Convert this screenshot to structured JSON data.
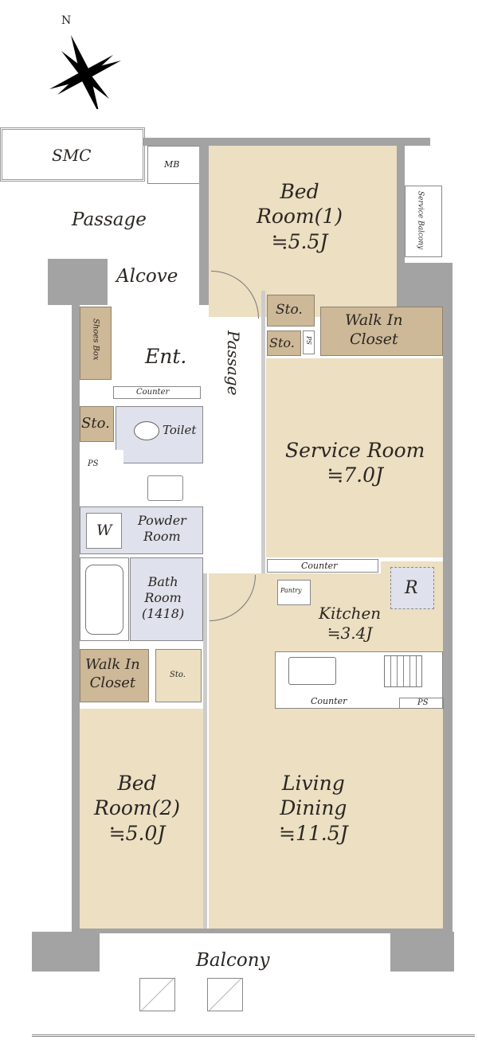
{
  "compass": {
    "north_label": "N"
  },
  "rooms": {
    "smc": "SMC",
    "mb": "MB",
    "passage_top": "Passage",
    "alcove": "Alcove",
    "service_balcony": "Service Balcony",
    "bedroom1": {
      "line1": "Bed",
      "line2": "Room(1)",
      "area": "≒5.5J"
    },
    "sto1": "Sto.",
    "sto2": "Sto.",
    "ps1": "PS",
    "wic1": {
      "line1": "Walk In",
      "line2": "Closet"
    },
    "shoes_box": "Shoes Box",
    "entrance": "Ent.",
    "counter_ent": "Counter",
    "passage_vertical": "Passage",
    "service_room": {
      "line1": "Service Room",
      "area": "≒7.0J"
    },
    "sto3": "Sto.",
    "toilet": "Toilet",
    "ps2": "PS",
    "washer": "W",
    "powder_room": {
      "line1": "Powder",
      "line2": "Room"
    },
    "bath_room": {
      "line1": "Bath",
      "line2": "Room",
      "line3": "(1418)"
    },
    "wic2": {
      "line1": "Walk In",
      "line2": "Closet"
    },
    "sto4": "Sto.",
    "counter_service": "Counter",
    "pantry": "Pantry",
    "fridge": "R",
    "kitchen": {
      "line1": "Kitchen",
      "area": "≒3.4J"
    },
    "counter_kitchen": "Counter",
    "ps3": "PS",
    "bedroom2": {
      "line1": "Bed",
      "line2": "Room(2)",
      "area": "≒5.0J"
    },
    "living": {
      "line1": "Living",
      "line2": "Dining",
      "area": "≒11.5J"
    },
    "balcony": "Balcony"
  },
  "colors": {
    "room": "#ecdfc2",
    "storage": "#cdb897",
    "wet": "#dfe1ec",
    "wall": "#a3a3a3"
  }
}
